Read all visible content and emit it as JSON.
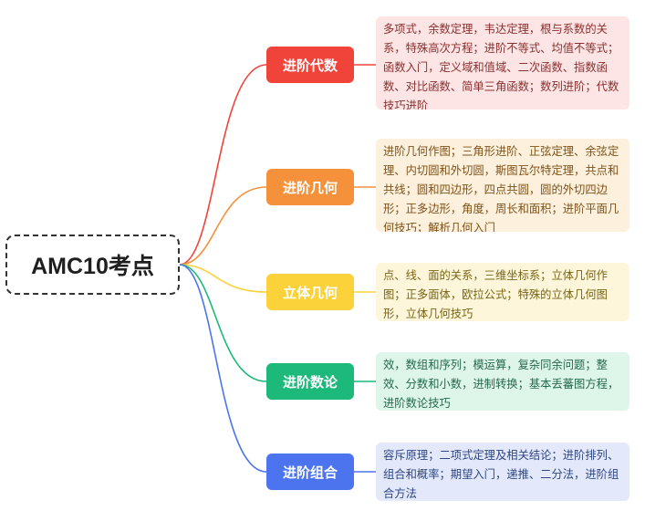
{
  "root": {
    "label": "AMC10考点"
  },
  "branches": [
    {
      "label": "进阶代数",
      "color": "#f0433a",
      "bg": "#fde5e5",
      "text_color": "#8a2f2f",
      "detail": "多项式，余数定理，韦达定理，根与系数的关系，特殊高次方程；进阶不等式、均值不等式；函数入门，定义域和值域、二次函数、指数函数、对比函数、简单三角函数；数列进阶；代数技巧进阶"
    },
    {
      "label": "进阶几何",
      "color": "#f5913b",
      "bg": "#fdf0dc",
      "text_color": "#7f5219",
      "detail": "进阶几何作图；三角形进阶、正弦定理、余弦定理、内切圆和外切圆，斯图瓦尔特定理，共点和共线；圆和四边形，四点共圆，圆的外切四边形；正多边形，角度，周长和面积；进阶平面几何技巧；解析几何入门"
    },
    {
      "label": "立体几何",
      "color": "#fbd23a",
      "bg": "#fdf6db",
      "text_color": "#7a6515",
      "detail": "点、线、面的关系，三维坐标系；立体几何作图；正多面体，欧拉公式；特殊的立体几何图形，立体几何技巧"
    },
    {
      "label": "进阶数论",
      "color": "#1cb97a",
      "bg": "#def5ea",
      "text_color": "#24694a",
      "detail": "效，数组和序列；模运算，复杂同余问题；整效、分数和小数，进制转换；基本丢蕃图方程，进阶数论技巧"
    },
    {
      "label": "进阶组合",
      "color": "#4b74ee",
      "bg": "#e3e9fb",
      "text_color": "#2f4684",
      "detail": "容斥原理；二项式定理及相关结论；进阶排列、组合和概率；期望入门，递推、二分法，进阶组合方法"
    }
  ]
}
